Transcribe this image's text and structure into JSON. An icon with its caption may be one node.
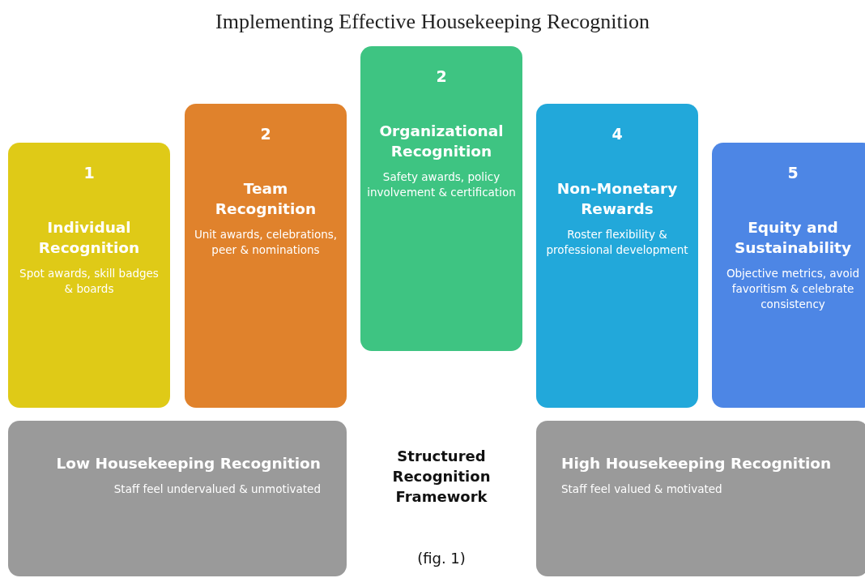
{
  "diagram": {
    "title": "Implementing Effective Housekeeping Recognition",
    "caption": "(fig. 1)",
    "nodes": [
      {
        "text": [
          "1",
          "Individual Recognition",
          "Spot awards, skill badges & boards"
        ]
      },
      {
        "text": [
          "2",
          "Team Recognition",
          "Unit awards, celebrations, peer & nominations"
        ]
      },
      {
        "text": [
          "2",
          "Organizational Recognition",
          "Safety awards, policy involvement & certification"
        ]
      },
      {
        "text": [
          "4",
          "Non-Monetary Rewards",
          "Roster flexibility & professional development"
        ]
      },
      {
        "text": [
          "5",
          "Equity and Sustainability",
          "Objective metrics, avoid favoritism & celebrate consistency"
        ]
      },
      {
        "text": [
          "Low Housekeeping Recognition",
          "Staff feel undervalued & unmotivated"
        ]
      },
      {
        "text": [
          "High Housekeeping Recognition",
          "Staff feel valued & motivated"
        ]
      }
    ],
    "labels": [
      "Structured Recognition Framework"
    ]
  }
}
